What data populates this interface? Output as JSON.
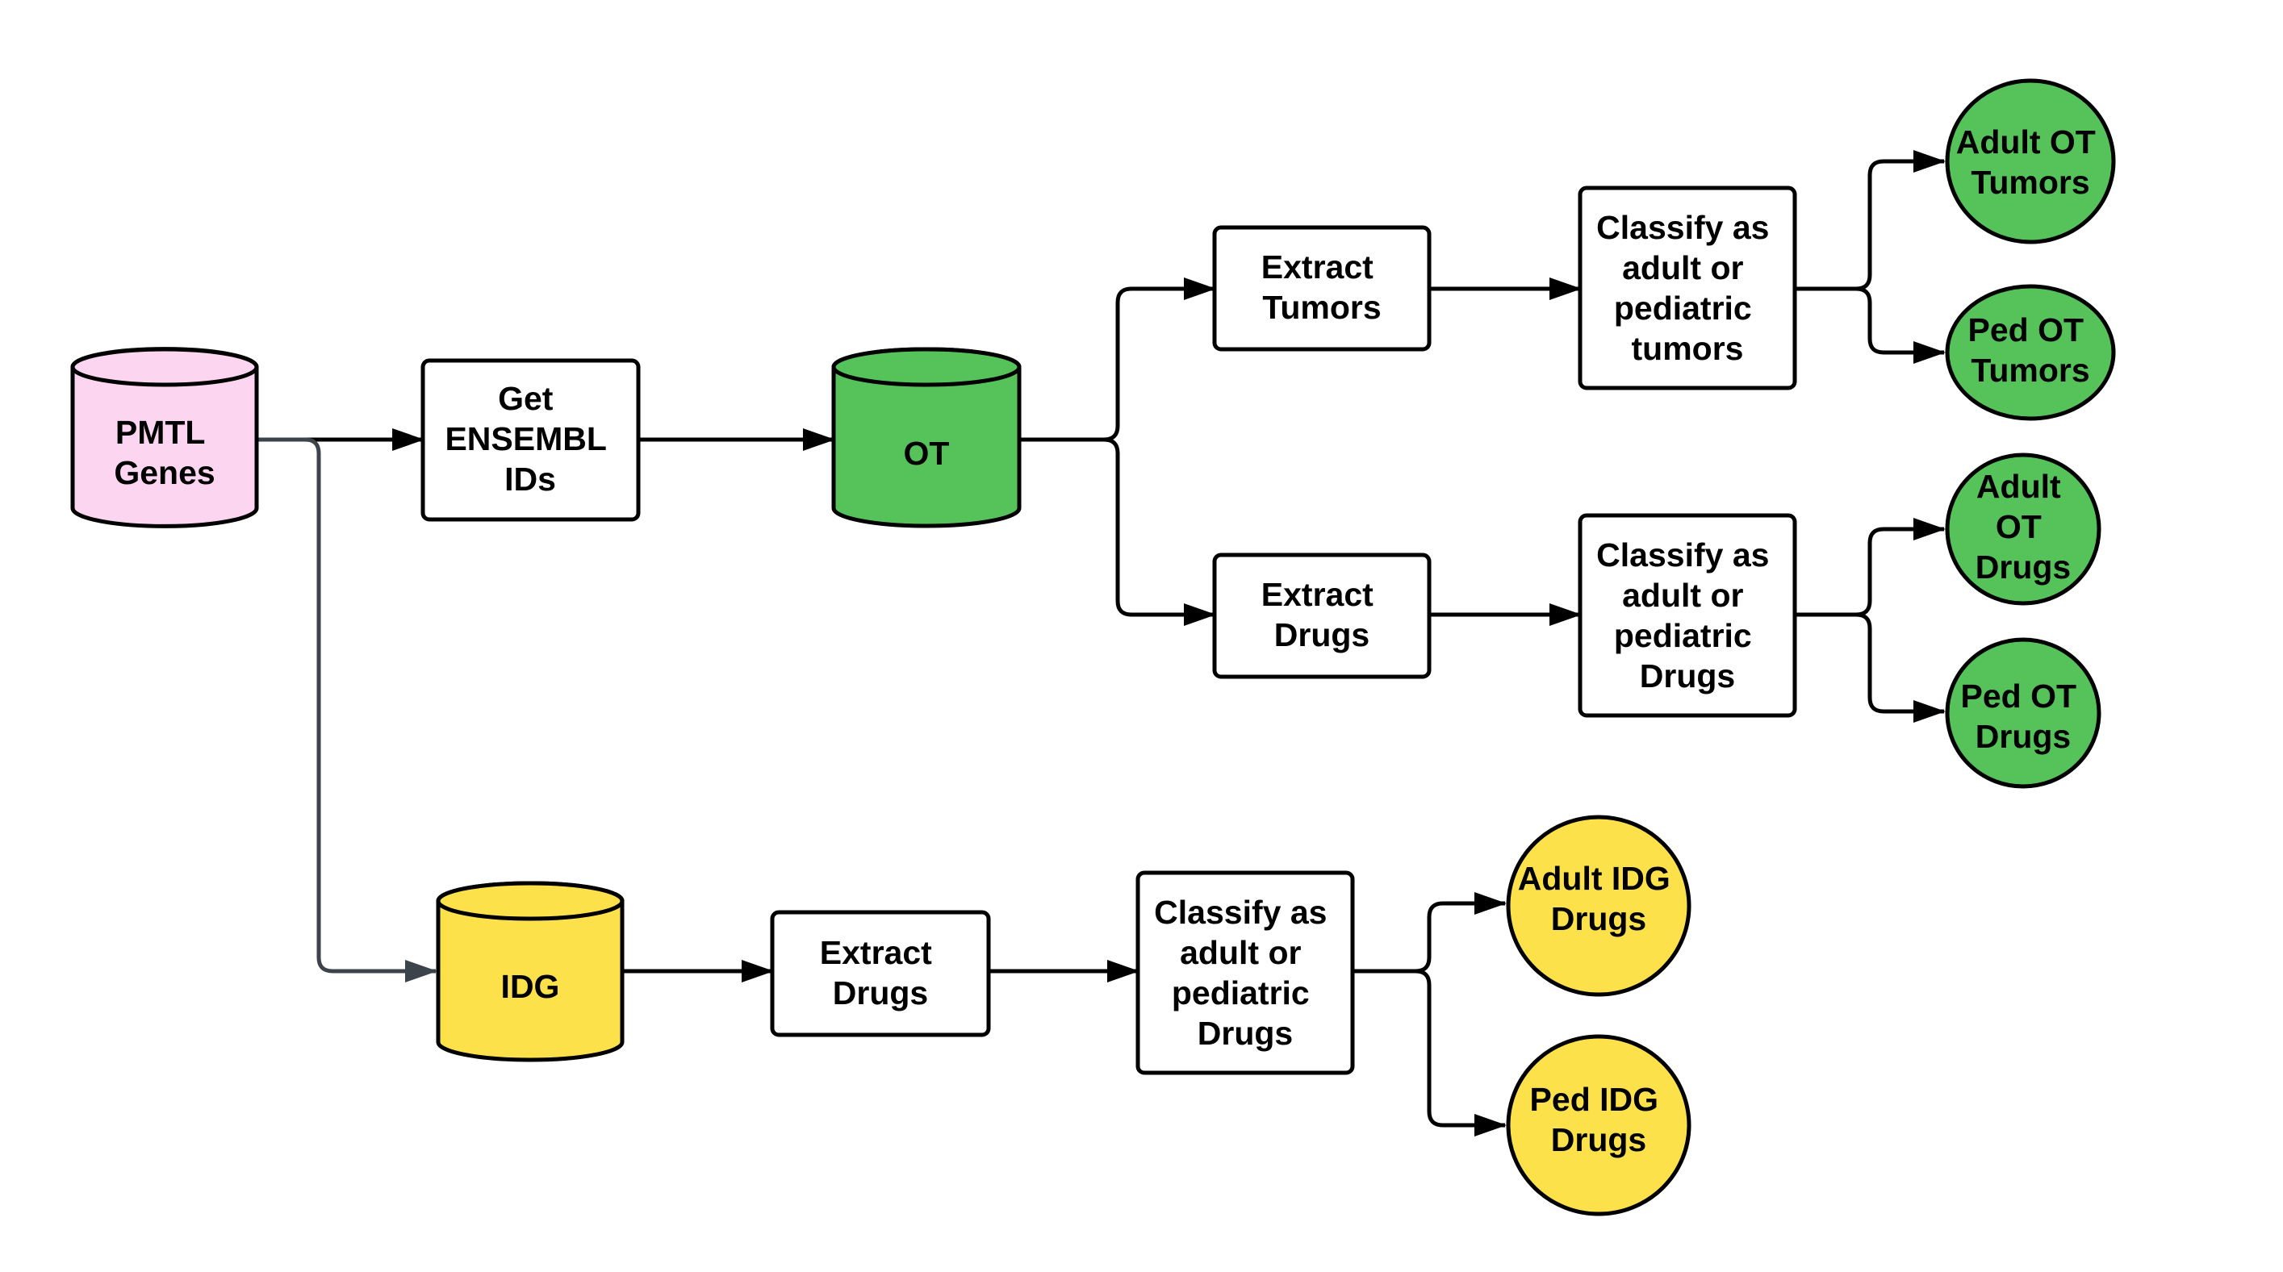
{
  "colors": {
    "pink": "#fcd5f1",
    "green": "#55c25a",
    "yellow": "#fde14a",
    "white": "#ffffff",
    "edge": "#000000",
    "edge_gray": "#3d434b"
  },
  "nodes": {
    "pmtl_genes": [
      "PMTL",
      "Genes"
    ],
    "get_ensembl_ids": [
      "Get",
      "ENSEMBL",
      "IDs"
    ],
    "ot": [
      "OT"
    ],
    "extract_tumors": [
      "Extract",
      "Tumors"
    ],
    "extract_drugs_ot": [
      "Extract",
      "Drugs"
    ],
    "classify_tumors": [
      "Classify as",
      "adult or",
      "pediatric",
      "tumors"
    ],
    "classify_drugs_ot": [
      "Classify as",
      "adult or",
      "pediatric",
      "Drugs"
    ],
    "adult_ot_tumors": [
      "Adult OT",
      "Tumors"
    ],
    "ped_ot_tumors": [
      "Ped OT",
      "Tumors"
    ],
    "adult_ot_drugs": [
      "Adult",
      "OT",
      "Drugs"
    ],
    "ped_ot_drugs": [
      "Ped OT",
      "Drugs"
    ],
    "idg": [
      "IDG"
    ],
    "extract_drugs_idg": [
      "Extract",
      "Drugs"
    ],
    "classify_drugs_idg": [
      "Classify as",
      "adult or",
      "pediatric",
      "Drugs"
    ],
    "adult_idg_drugs": [
      "Adult IDG",
      "Drugs"
    ],
    "ped_idg_drugs": [
      "Ped IDG",
      "Drugs"
    ]
  }
}
